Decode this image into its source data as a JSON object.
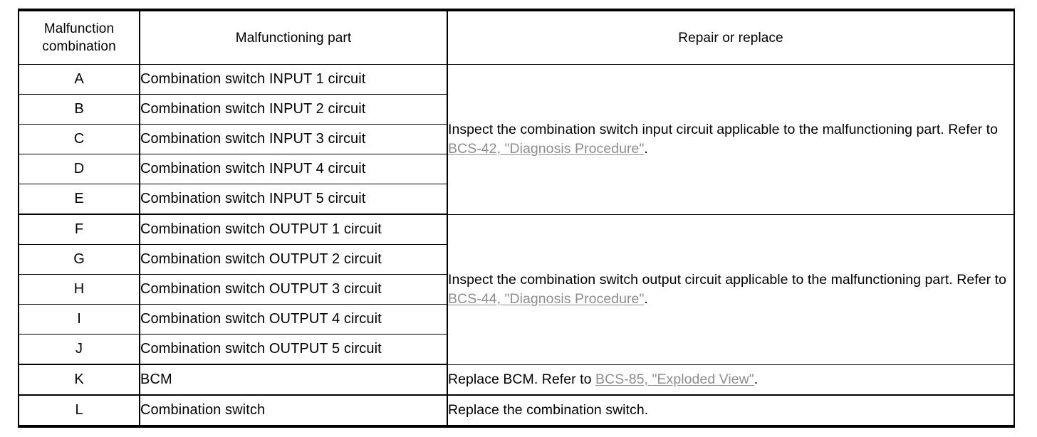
{
  "table": {
    "headers": {
      "combination_line1": "Malfunction",
      "combination_line2": "combination",
      "part": "Malfunctioning part",
      "repair": "Repair or replace"
    },
    "rows": [
      {
        "combination": "A",
        "part": "Combination switch INPUT 1 circuit"
      },
      {
        "combination": "B",
        "part": "Combination switch INPUT 2 circuit"
      },
      {
        "combination": "C",
        "part": "Combination switch INPUT 3 circuit"
      },
      {
        "combination": "D",
        "part": "Combination switch INPUT 4 circuit"
      },
      {
        "combination": "E",
        "part": "Combination switch INPUT 5 circuit"
      },
      {
        "combination": "F",
        "part": "Combination switch OUTPUT 1 circuit"
      },
      {
        "combination": "G",
        "part": "Combination switch OUTPUT 2 circuit"
      },
      {
        "combination": "H",
        "part": "Combination switch OUTPUT 3 circuit"
      },
      {
        "combination": "I",
        "part": "Combination switch OUTPUT 4 circuit"
      },
      {
        "combination": "J",
        "part": "Combination switch OUTPUT 5 circuit"
      },
      {
        "combination": "K",
        "part": "BCM"
      },
      {
        "combination": "L",
        "part": "Combination switch"
      }
    ],
    "repair_cells": [
      {
        "text_before": "Inspect the combination switch input circuit applicable to the malfunctioning part. Refer to ",
        "link": "BCS-42, \"Diagnosis Procedure\"",
        "text_after": ".",
        "rowspan": 5
      },
      {
        "text_before": "Inspect the combination switch output circuit applicable to the malfunctioning part. Refer to ",
        "link": "BCS-44, \"Diagnosis Procedure\"",
        "text_after": ".",
        "rowspan": 5
      },
      {
        "text_before": "Replace BCM. Refer to ",
        "link": "BCS-85, \"Exploded View\"",
        "text_after": ".",
        "rowspan": 1
      },
      {
        "text_before": "Replace the combination switch.",
        "link": "",
        "text_after": "",
        "rowspan": 1
      }
    ]
  },
  "colors": {
    "border": "#000000",
    "text": "#000000",
    "link": "#8e8e8e",
    "background": "#ffffff"
  }
}
